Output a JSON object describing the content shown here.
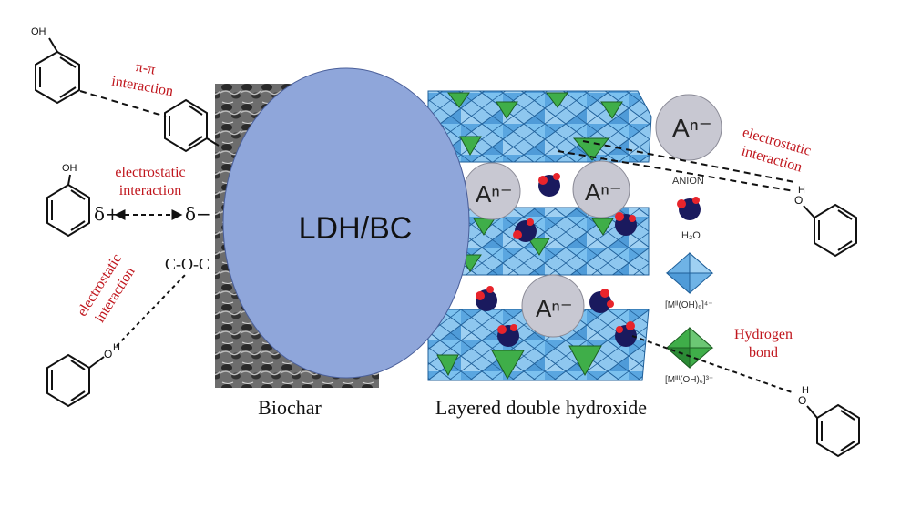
{
  "colors": {
    "label_red": "#c0161d",
    "ellipse_fill": "#8fa6da",
    "ldh_blue": "#6fb3e6",
    "ldh_green": "#3fae49",
    "anion_grey": "#c8c8d2",
    "water_dark": "#1a1a5e",
    "water_red": "#e8242b"
  },
  "center": {
    "ldh_bc": "LDH/BC",
    "biochar": "Biochar",
    "ldh": "Layered double hydroxide"
  },
  "interactions": {
    "pi_pi": {
      "line1": "π-π",
      "line2": "interaction"
    },
    "electrostatic_left": {
      "line1": "electrostatic",
      "line2": "interaction"
    },
    "electrostatic_rotated": {
      "line1": "electrostatic",
      "line2": "interaction"
    },
    "electrostatic_right": {
      "line1": "electrostatic",
      "line2": "interaction"
    },
    "hydrogen_bond": {
      "line1": "Hydrogen",
      "line2": "bond"
    }
  },
  "symbols": {
    "delta_plus": "δ+",
    "delta_minus": "δ−",
    "coo": "C-O-C",
    "oh": "OH",
    "o": "O",
    "h": "H"
  },
  "legend": {
    "anion": "Aⁿ⁻",
    "anion_label": "ANION",
    "water": "H₂O",
    "m2": "[Mᴵᴵ(OH)₆]⁴⁻",
    "m3": "[Mᴵᴵᴵ(OH)₆]³⁻"
  },
  "layer_anion": "Aⁿ⁻"
}
